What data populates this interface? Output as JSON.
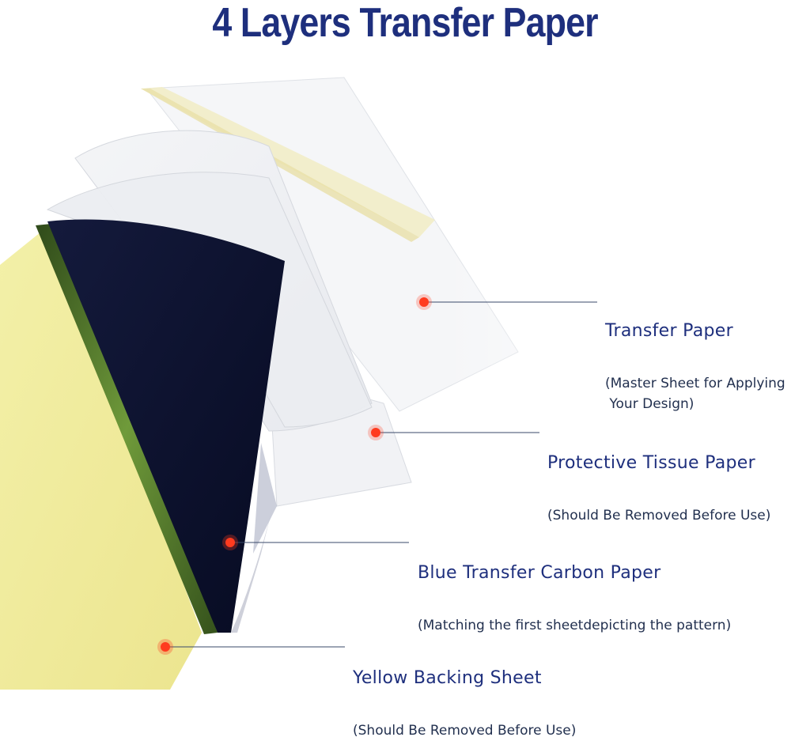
{
  "title": "4 Layers Transfer Paper",
  "layers": [
    {
      "name": "Transfer Paper",
      "description": "(Master Sheet for Applying\n Your Design)"
    },
    {
      "name": "Protective Tissue Paper",
      "description": "(Should Be Removed Before Use)"
    },
    {
      "name": "Blue Transfer Carbon Paper",
      "description": "(Matching the first sheetdepicting the pattern)"
    },
    {
      "name": "Yellow Backing Sheet",
      "description": "(Should Be Removed Before Use)"
    }
  ],
  "colors": {
    "title": "#1e2f7d",
    "marker": "#ff3b1f",
    "leader_line": "#3a4a6a",
    "carbon": "#0c1232",
    "yellow": "#f1ee9e"
  }
}
